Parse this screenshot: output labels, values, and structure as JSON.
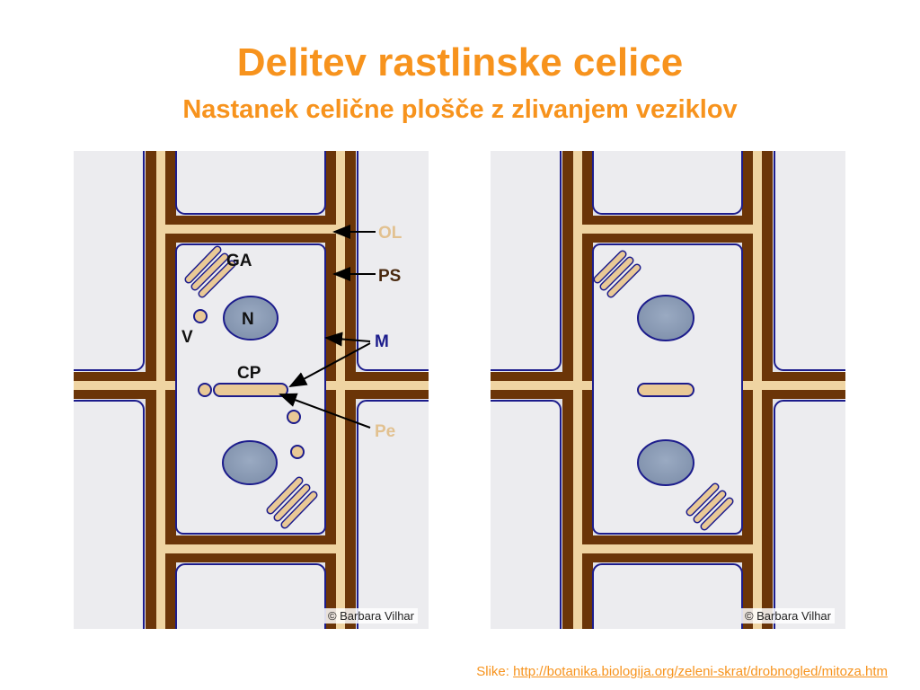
{
  "slide": {
    "title": "Delitev rastlinske celice",
    "subtitle": "Nastanek celične plošče z zlivanjem veziklov"
  },
  "diagram_left": {
    "credit": "© Barbara Vilhar",
    "labels": {
      "GA": "GA",
      "N": "N",
      "V": "V",
      "CP": "CP",
      "OL": "OL",
      "PS": "PS",
      "M": "M",
      "Pe": "Pe"
    }
  },
  "diagram_right": {
    "credit": "© Barbara Vilhar"
  },
  "footer": {
    "prefix": "Slike: ",
    "link_text": "http://botanika.biologija.org/zeleni-skrat/drobnogled/mitoza.htm"
  },
  "colors": {
    "title": "#f7931d",
    "wall_brown": "#6b3508",
    "middle_lamella": "#efd4a2",
    "membrane": "#1c1c8c",
    "nucleus": "#8798b2",
    "vesicle": "#e9c996",
    "background_cell": "#e3e3e7"
  }
}
